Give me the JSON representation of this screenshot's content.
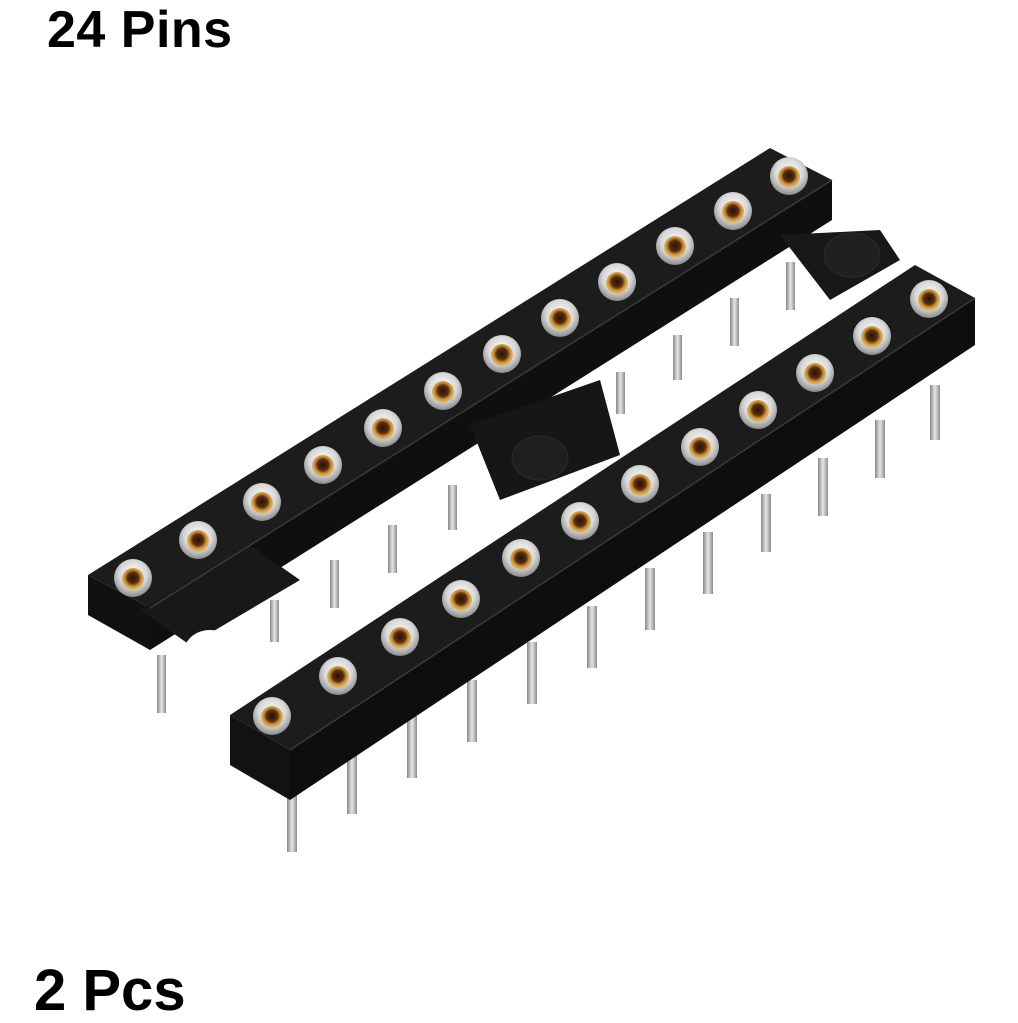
{
  "labels": {
    "pin_count": "24 Pins",
    "quantity": "2 Pcs"
  },
  "product": {
    "type": "DIP IC socket",
    "pins": 24,
    "rows": 2,
    "pins_per_row": 12,
    "colors": {
      "body": "#141414",
      "body_top": "#1e1e1e",
      "contact_silver": "#d9d9d9",
      "contact_gold": "#b8863b",
      "hole": "#3a1a08",
      "pin": "#b5b5b5",
      "background": "#ffffff"
    }
  }
}
